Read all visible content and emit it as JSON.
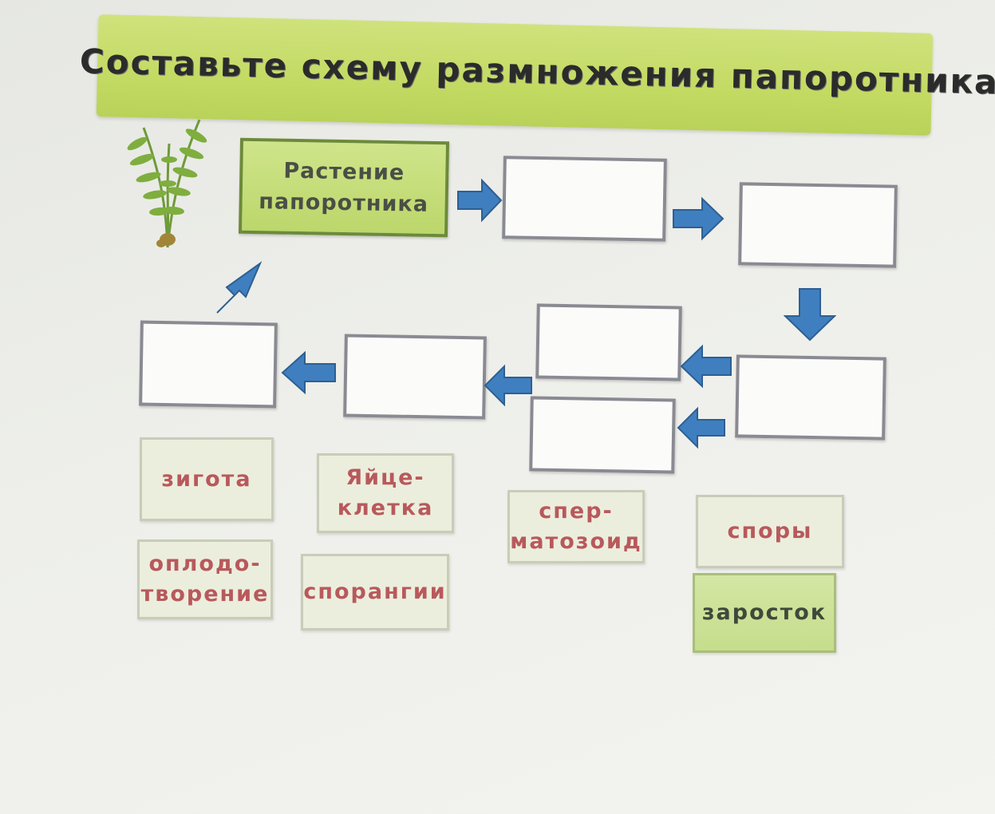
{
  "title": "Составьте схему размножения папоротника",
  "start_box": "Растение папоротника",
  "cards": {
    "zygote": "зигота",
    "egg_cell": "Яйце-\nклетка",
    "sperm": "спер-\nматозоид",
    "spores": "споры",
    "fertilization": "оплодо-\nтворение",
    "sporangia": "спорангии",
    "prothallus": "заросток"
  },
  "colors": {
    "banner": "#c3da63",
    "arrow": "#3f7fc0",
    "card_text": "#b8595c",
    "slot_border": "#8a8a93"
  },
  "icons": {
    "plant": "fern-icon",
    "arrow": "arrow-icon"
  }
}
